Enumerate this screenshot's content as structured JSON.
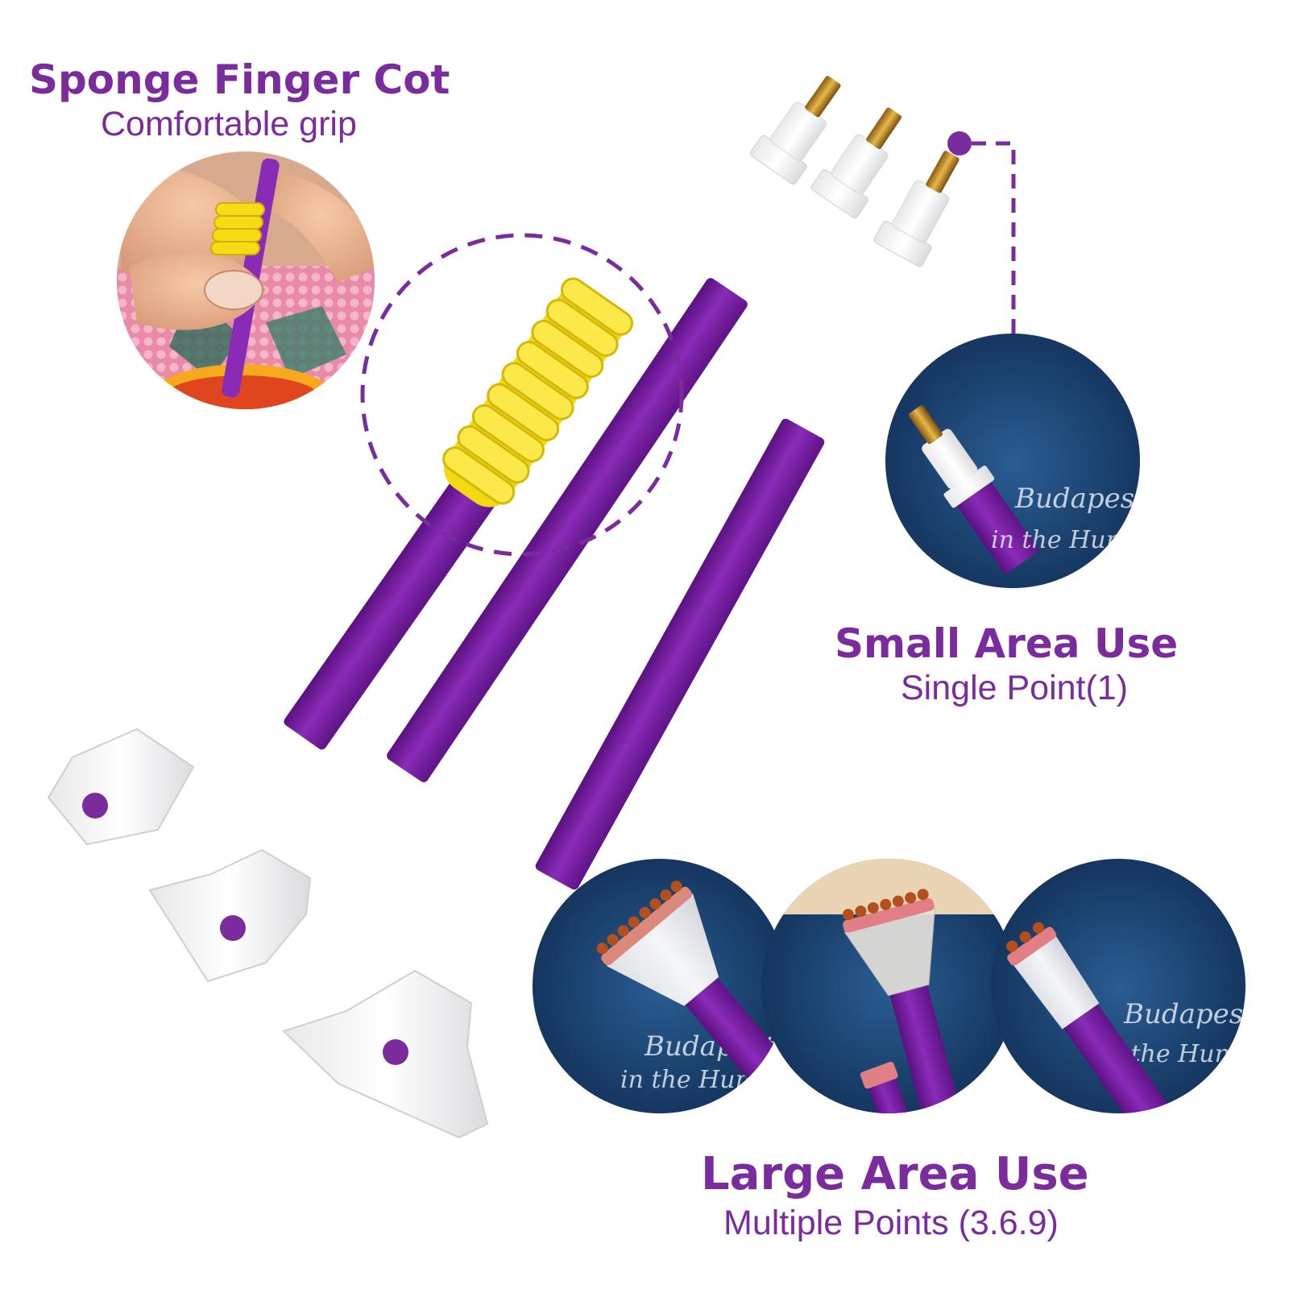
{
  "callouts": {
    "sponge": {
      "title": "Sponge Finger Cot",
      "subtitle": "Comfortable grip"
    },
    "small_area": {
      "title": "Small Area Use",
      "subtitle": "Single Point(1)"
    },
    "large_area": {
      "title": "Large Area Use",
      "subtitle": "Multiple Points (3.6.9)"
    }
  },
  "photo_script": {
    "line1": "Budapest",
    "line2": "in the Hungary"
  },
  "colors": {
    "accent_purple": "#7a2c9c",
    "pen_purple": "#7e1fa6",
    "grip_yellow": "#f5e21a",
    "night_blue": "#1d4a7a"
  },
  "icons": [
    "marker-dot-icon",
    "dashed-connector-icon"
  ]
}
